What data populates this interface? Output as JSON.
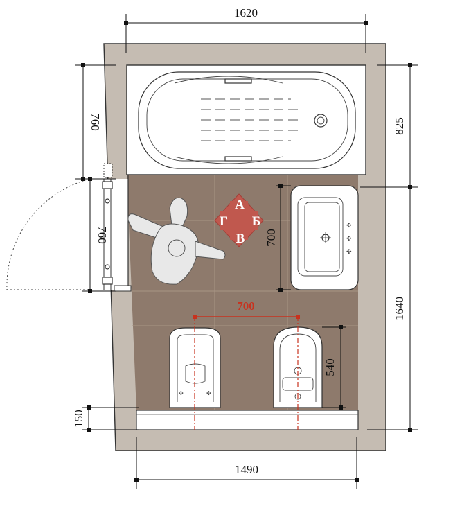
{
  "dimensions": {
    "top_width": "1620",
    "bottom_width": "1490",
    "bath_length": "825",
    "right_length": "1640",
    "left_upper": "760",
    "door_width": "760",
    "sink_width": "700",
    "toilet_spacing": "700",
    "bidet_depth": "540",
    "bottom_gap": "150"
  },
  "compass": {
    "a": "А",
    "b": "Б",
    "v": "В",
    "g": "Г"
  },
  "colors": {
    "wall": "#c5bcb2",
    "floor": "#8e7a6c",
    "grid": "#a89585",
    "accent": "#c8321e",
    "badge": "#c0584e"
  }
}
